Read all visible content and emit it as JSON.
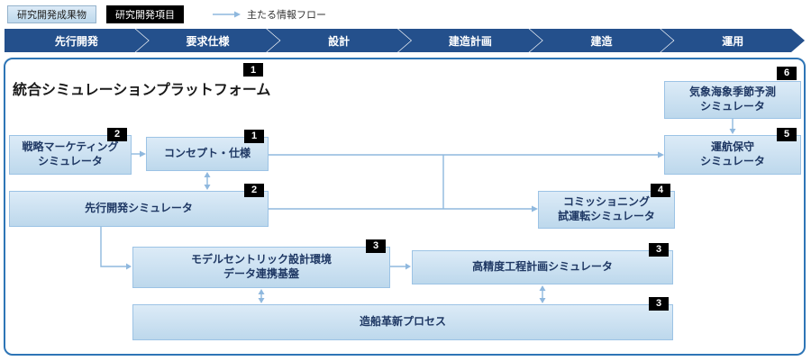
{
  "legend": {
    "deliverable_label": "研究開発成果物",
    "item_label": "研究開発項目",
    "flow_label": "主たる情報フロー"
  },
  "phases": [
    {
      "label": "先行開発"
    },
    {
      "label": "要求仕様"
    },
    {
      "label": "設計"
    },
    {
      "label": "建造計画"
    },
    {
      "label": "建造"
    },
    {
      "label": "運用"
    }
  ],
  "platform": {
    "title": "統合シミュレーションプラットフォーム",
    "badge": "1"
  },
  "boxes": [
    {
      "name": "strategic-marketing-simulator",
      "label": "戦略マーケティング\nシミュレータ",
      "badge": "2"
    },
    {
      "name": "concept-spec",
      "label": "コンセプト・仕様",
      "badge": "1"
    },
    {
      "name": "weather-season-forecast-simulator",
      "label": "気象海象季節予測\nシミュレータ",
      "badge": "6"
    },
    {
      "name": "operation-maintenance-simulator",
      "label": "運航保守\nシミュレータ",
      "badge": "5"
    },
    {
      "name": "advance-development-simulator",
      "label": "先行開発シミュレータ",
      "badge": "2"
    },
    {
      "name": "commissioning-trial-simulator",
      "label": "コミッショニング\n試運転シミュレータ",
      "badge": "4"
    },
    {
      "name": "model-centric-design-environment",
      "label": "モデルセントリック設計環境\nデータ連携基盤",
      "badge": "3"
    },
    {
      "name": "high-precision-process-planning-simulator",
      "label": "高精度工程計画シミュレータ",
      "badge": "3"
    },
    {
      "name": "shipbuilding-innovation-process",
      "label": "造船革新プロセス",
      "badge": "3"
    }
  ],
  "colors": {
    "phase_bar": "#24508C",
    "container_border": "#2E75B6",
    "node_fill_top": "#DCEBF7",
    "node_fill_bottom": "#BDD8EC",
    "node_border": "#9CC3E5",
    "arrow": "#8FB8DE",
    "badge_bg": "#000000"
  }
}
